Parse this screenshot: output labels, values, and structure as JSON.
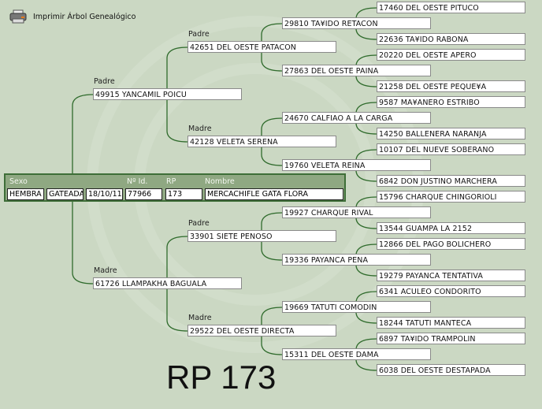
{
  "toolbar": {
    "print_label": "Imprimir Árbol Genealógico"
  },
  "subject": {
    "headers": {
      "sex": "Sexo",
      "id": "Nº Id.",
      "rp": "RP",
      "name": "Nombre"
    },
    "sex": "HEMBRA",
    "color": "GATEADA",
    "date": "18/10/11",
    "id": "77966",
    "rp": "173",
    "name": "MERCACHIFLE GATA FLORA"
  },
  "labels": {
    "father": "Padre",
    "mother": "Madre"
  },
  "generations": [
    [
      "49915 YANCAMIL POICU",
      "61726 LLAMPAKHA BAGUALA"
    ],
    [
      "42651 DEL OESTE PATACON",
      "42128 VELETA SERENA",
      "33901 SIETE PENOSO",
      "29522 DEL OESTE DIRECTA"
    ],
    [
      "29810 TA¥IDO RETACON",
      "27863 DEL OESTE PAINA",
      "24670 CALFIAO A LA CARGA",
      "19760 VELETA REINA",
      "19927 CHARQUE RIVAL",
      "19336 PAYANCA PENA",
      "19669 TATUTI COMODIN",
      "15311 DEL OESTE DAMA"
    ],
    [
      "17460 DEL OESTE PITUCO",
      "22636 TA¥IDO RABONA",
      "20220 DEL OESTE APERO",
      "21258 DEL OESTE PEQUE¥A",
      "9587 MA¥ANERO ESTRIBO",
      "14250 BALLENERA NARANJA",
      "10107 DEL NUEVE SOBERANO",
      "6842 DON JUSTINO MARCHERA",
      "15796 CHARQUE CHINGORIOLI",
      "13544 GUAMPA LA 2152",
      "12866 DEL PAGO BOLICHERO",
      "19279 PAYANCA TENTATIVA",
      "6341 ACULEO CONDORITO",
      "18244 TATUTI MANTECA",
      "6897 TA¥IDO TRAMPOLIN",
      "6038 DEL OESTE DESTAPADA"
    ]
  ],
  "caption": "RP 173",
  "colors": {
    "background": "#cbd8c3",
    "line": "#2f6b2c",
    "subject_bg": "#8fa882"
  }
}
